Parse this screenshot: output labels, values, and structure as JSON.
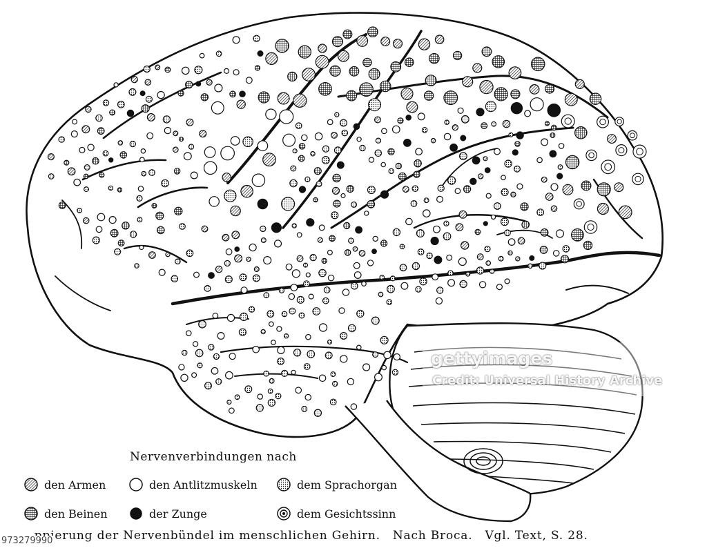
{
  "legend": {
    "title": "Nervenverbindungen nach",
    "items": [
      {
        "key": "hatched",
        "label": "den Armen",
        "icon": "hatched-circle-icon"
      },
      {
        "key": "open",
        "label": "den Antlitzmuskeln",
        "icon": "open-circle-icon"
      },
      {
        "key": "dotted",
        "label": "dem Sprachorgan",
        "icon": "dotted-circle-icon"
      },
      {
        "key": "cross",
        "label": "den Beinen",
        "icon": "crosshatched-circle-icon"
      },
      {
        "key": "black",
        "label": "der Zunge",
        "icon": "black-circle-icon"
      },
      {
        "key": "ring",
        "label": "dem Gesichtssinn",
        "icon": "concentric-circle-icon"
      }
    ]
  },
  "caption": {
    "main": "…ppierung der Nervenbündel im menschlichen Gehirn.",
    "source": "Nach Broca.",
    "reference": "Vgl. Text, S. 28."
  },
  "watermark": {
    "brand": "gettyimages",
    "credit": "Credit: Universal History Archive"
  },
  "stock_id": "973279990",
  "colors": {
    "ink": "#111111",
    "paper": "#ffffff"
  }
}
